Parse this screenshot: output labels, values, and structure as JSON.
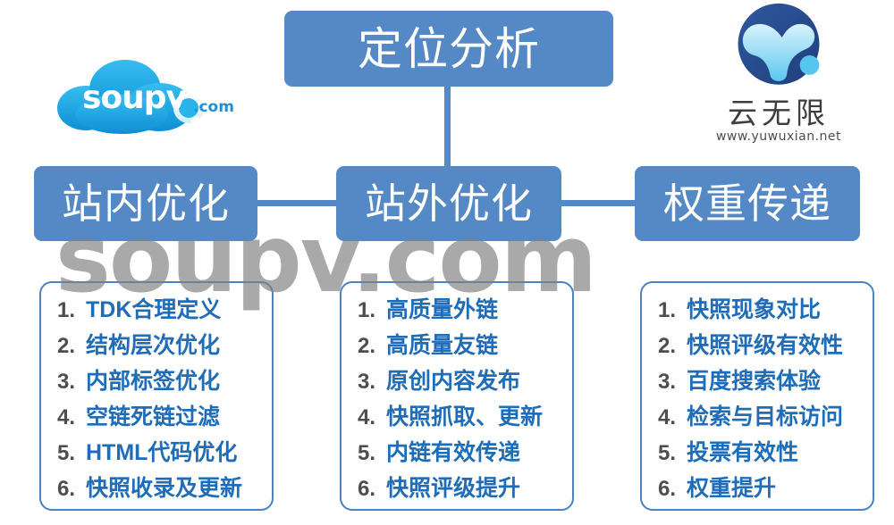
{
  "diagram": {
    "root": {
      "label": "定位分析"
    },
    "branches": [
      {
        "id": "in",
        "label": "站内优化",
        "items": [
          {
            "num": "1.",
            "text": "TDK合理定义"
          },
          {
            "num": "2.",
            "text": "结构层次优化"
          },
          {
            "num": "3.",
            "text": "内部标签优化"
          },
          {
            "num": "4.",
            "text": "空链死链过滤"
          },
          {
            "num": "5.",
            "text": "HTML代码优化"
          },
          {
            "num": "6.",
            "text": "快照收录及更新"
          }
        ]
      },
      {
        "id": "out",
        "label": "站外优化",
        "items": [
          {
            "num": "1.",
            "text": "高质量外链"
          },
          {
            "num": "2.",
            "text": "高质量友链"
          },
          {
            "num": "3.",
            "text": "原创内容发布"
          },
          {
            "num": "4.",
            "text": "快照抓取、更新"
          },
          {
            "num": "5.",
            "text": "内链有效传递"
          },
          {
            "num": "6.",
            "text": "快照评级提升"
          }
        ]
      },
      {
        "id": "weight",
        "label": "权重传递",
        "items": [
          {
            "num": "1.",
            "text": "快照现象对比"
          },
          {
            "num": "2.",
            "text": "快照评级有效性"
          },
          {
            "num": "3.",
            "text": "百度搜索体验"
          },
          {
            "num": "4.",
            "text": "检索与目标访问"
          },
          {
            "num": "5.",
            "text": "投票有效性"
          },
          {
            "num": "6.",
            "text": "权重提升"
          }
        ]
      }
    ]
  },
  "watermark": {
    "text": "soupv.com"
  },
  "logo_left": {
    "name": "soupv-cloud-logo",
    "wordmark": "soupv",
    "tld": ".com"
  },
  "logo_right": {
    "name": "yuwuxian-logo",
    "chinese_name": "云无限",
    "url": "www.yuwuxian.net"
  },
  "colors": {
    "box_blue": "#5589c6",
    "list_border": "#4a82c3",
    "list_text": "#1f6cb8",
    "list_number": "#4d4d4d",
    "watermark_gray": "#808080",
    "logo_left_cloud": "#29aae3",
    "logo_right_circle": "#2b4e8c",
    "background": "#ffffff"
  }
}
